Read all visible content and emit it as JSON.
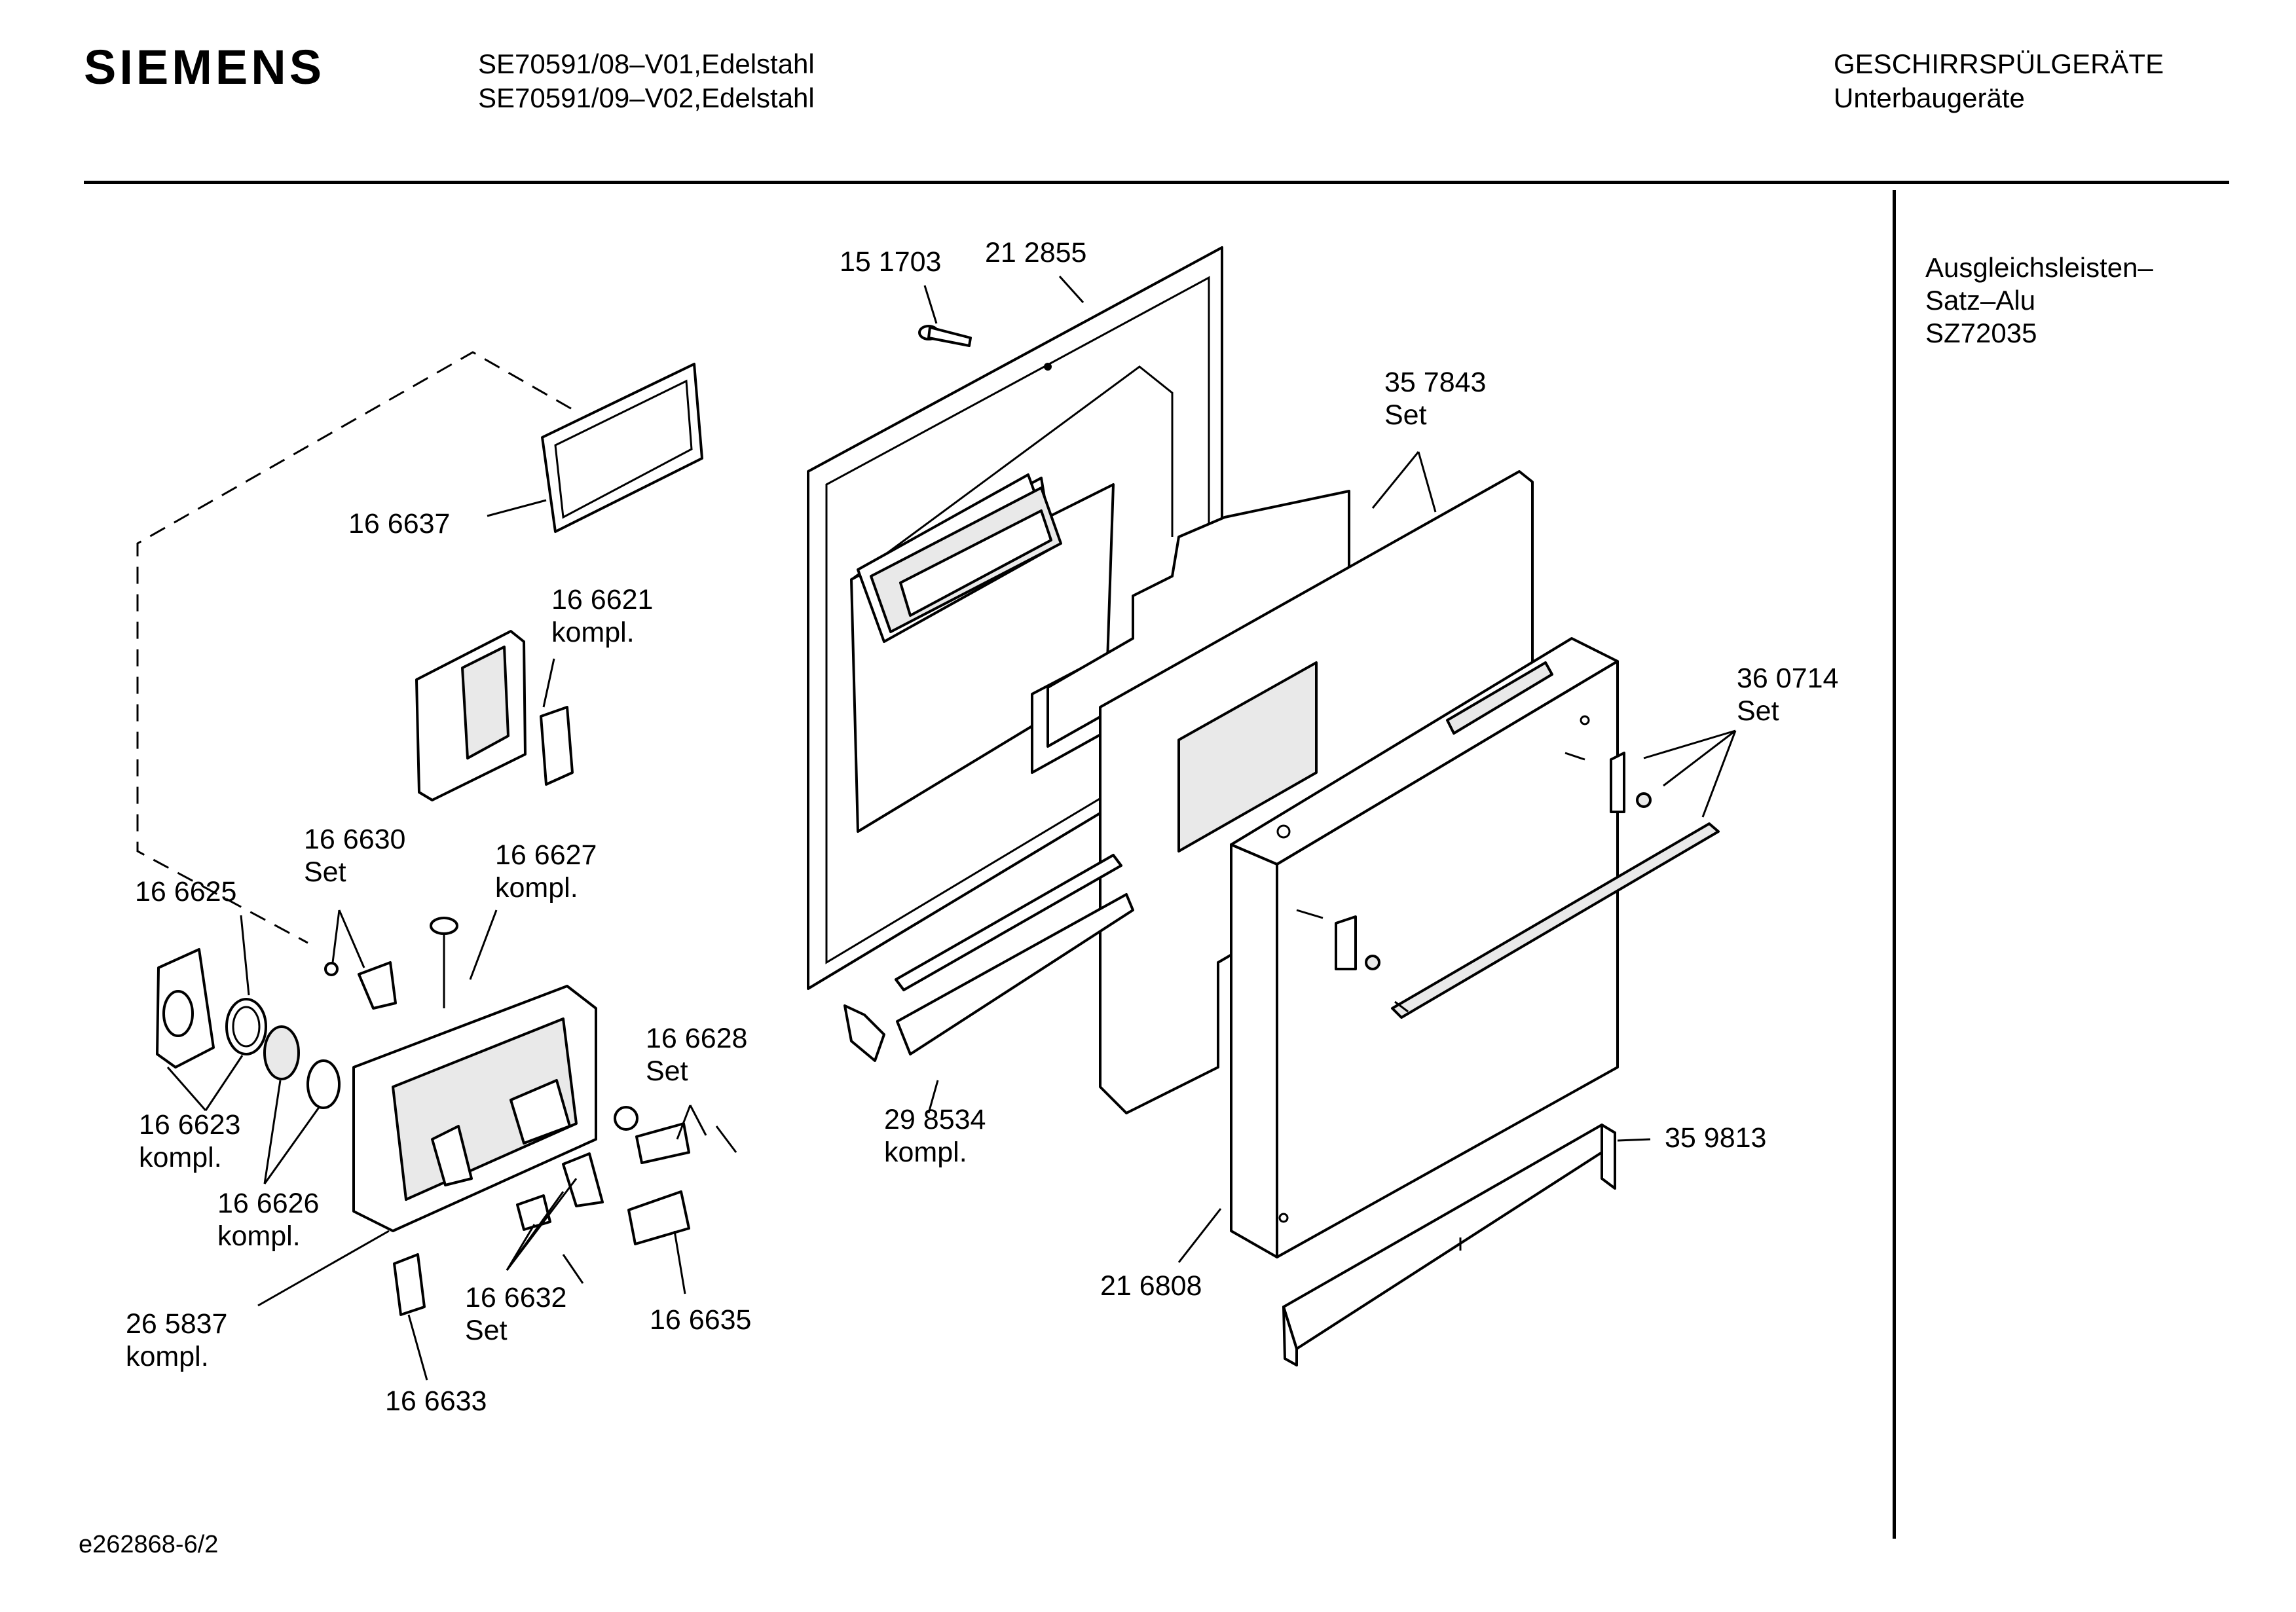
{
  "header": {
    "brand": "SIEMENS",
    "model_line_1": "SE70591/08–V01,Edelstahl",
    "model_line_2": "SE70591/09–V02,Edelstahl",
    "category_line_1": "GESCHIRRSPÜLGERÄTE",
    "category_line_2": "Unterbaugeräte"
  },
  "side_note": {
    "line_1": "Ausgleichsleisten–",
    "line_2": "Satz–Alu",
    "line_3": "SZ72035"
  },
  "footer": {
    "code": "e262868-6/2"
  },
  "parts": [
    {
      "id": "p151703",
      "number": "15 1703",
      "note": ""
    },
    {
      "id": "p212855",
      "number": "21 2855",
      "note": ""
    },
    {
      "id": "p166637",
      "number": "16 6637",
      "note": ""
    },
    {
      "id": "p166621",
      "number": "16 6621",
      "note": "kompl."
    },
    {
      "id": "p357843",
      "number": "35 7843",
      "note": "Set"
    },
    {
      "id": "p360714",
      "number": "36 0714",
      "note": "Set"
    },
    {
      "id": "p166630",
      "number": "16 6630",
      "note": "Set"
    },
    {
      "id": "p166627",
      "number": "16 6627",
      "note": "kompl."
    },
    {
      "id": "p166625",
      "number": "16 6625",
      "note": ""
    },
    {
      "id": "p166628",
      "number": "16 6628",
      "note": "Set"
    },
    {
      "id": "p166623",
      "number": "16 6623",
      "note": "kompl."
    },
    {
      "id": "p298534",
      "number": "29 8534",
      "note": "kompl."
    },
    {
      "id": "p359813",
      "number": "35 9813",
      "note": ""
    },
    {
      "id": "p166626",
      "number": "16 6626",
      "note": "kompl."
    },
    {
      "id": "p216808",
      "number": "21 6808",
      "note": ""
    },
    {
      "id": "p166632",
      "number": "16 6632",
      "note": "Set"
    },
    {
      "id": "p166635",
      "number": "16 6635",
      "note": ""
    },
    {
      "id": "p265837",
      "number": "26 5837",
      "note": "kompl."
    },
    {
      "id": "p166633",
      "number": "16 6633",
      "note": ""
    }
  ]
}
